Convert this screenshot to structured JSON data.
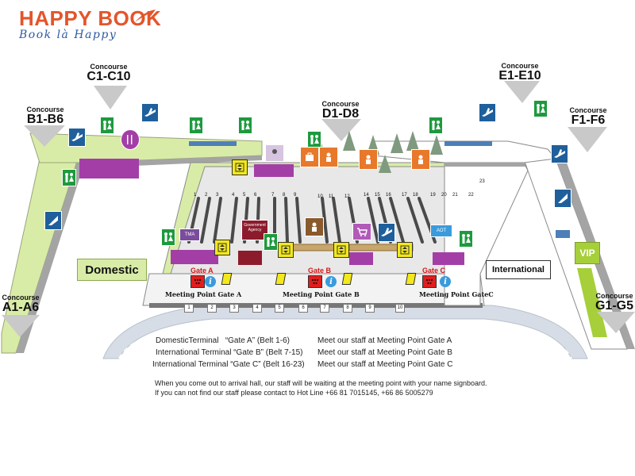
{
  "brand": {
    "title": "HAPPY BOOK",
    "tagline": "Book là Happy"
  },
  "concourses": [
    {
      "id": "c1",
      "label": "Concourse",
      "gates": "C1-C10"
    },
    {
      "id": "b1",
      "label": "Concourse",
      "gates": "B1-B6"
    },
    {
      "id": "d1",
      "label": "Concourse",
      "gates": "D1-D8"
    },
    {
      "id": "e1",
      "label": "Concourse",
      "gates": "E1-E10"
    },
    {
      "id": "f1",
      "label": "Concourse",
      "gates": "F1-F6"
    },
    {
      "id": "a1",
      "label": "Concourse",
      "gates": "A1-A6"
    },
    {
      "id": "g1",
      "label": "Concourse",
      "gates": "G1-G5"
    }
  ],
  "zones": {
    "domestic": "Domestic",
    "international": "International",
    "vip": "VIP",
    "government_agency": "Government Agency",
    "tma": "TMA",
    "aot": "AOT"
  },
  "gates": {
    "a": "Gate A",
    "b": "Gate B",
    "c": "Gate C"
  },
  "meeting_points": {
    "a": "Meeting Point Gate A",
    "b": "Meeting Point Gate B",
    "c": "Meeting Point GateC"
  },
  "belts": [
    "1",
    "2",
    "3",
    "4",
    "5",
    "6",
    "7",
    "8",
    "9",
    "10",
    "11",
    "12",
    "14",
    "15",
    "16",
    "17",
    "18",
    "19",
    "20",
    "21",
    "22",
    "23"
  ],
  "doors": [
    "1",
    "2",
    "3",
    "4",
    "5",
    "6",
    "7",
    "8",
    "9",
    "10"
  ],
  "info_icon": "i",
  "instructions": [
    {
      "terminal": "DomesticTerminal",
      "gate": "“Gate A”",
      "belt": "(Belt 1-6)",
      "meet": "Meet our staff at Meeting Point Gate A"
    },
    {
      "terminal": "International Terminal",
      "gate": "“Gate B”",
      "belt": "(Belt 7-15)",
      "meet": "Meet our staff at Meeting Point Gate B"
    },
    {
      "terminal": "International Terminal",
      "gate": "“Gate C”",
      "belt": "(Belt 16-23)",
      "meet": "Meet our staff at Meeting Point Gate C"
    }
  ],
  "notes": {
    "line1": "When you come out to arrival hall, our staff will be waiting at the meeting point with your name signboard.",
    "line2": "If you can not find our staff please contact to Hot Line +66 81  7015145, +66 86 5005279"
  },
  "icons": [
    "toilet-icon",
    "airplane-icon",
    "restaurant-icon",
    "baggage-claim-icon",
    "info-icon",
    "meeting-point-icon",
    "exit-icon",
    "shopping-cart-icon",
    "elevator-icon",
    "customs-icon"
  ],
  "colors": {
    "brand_orange": "#e4552a",
    "brand_blue": "#2f5aa0",
    "floor_green": "#d9eca7",
    "wall_gray": "#b9b9b9",
    "toilet_green": "#1e9a3e",
    "sign_blue": "#1f5f9c",
    "service_orange": "#e8782a",
    "shop_purple": "#a33ea7",
    "gate_red": "#d4171a"
  }
}
